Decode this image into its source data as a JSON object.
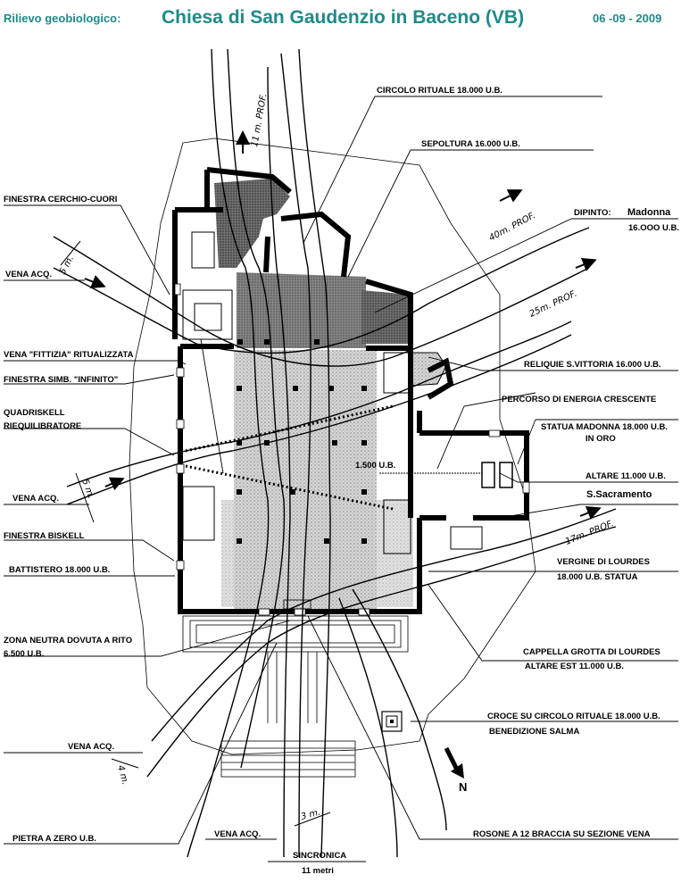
{
  "header": {
    "subtitle": "Rilievo geobiologico:",
    "title": "Chiesa di San Gaudenzio in Baceno (VB)",
    "date": "06 -09 - 2009"
  },
  "labels_right": {
    "circolo_rituale": "CIRCOLO RITUALE 18.000 U.B.",
    "sepoltura": "SEPOLTURA 16.000 U.B.",
    "dipinto": "DIPINTO:",
    "madonna": "Madonna",
    "madonna_ub": "16.OOO U.B.",
    "reliquie": "RELIQUIE S.VITTORIA 16.000 U.B.",
    "percorso": "PERCORSO DI ENERGIA CRESCENTE",
    "statua_madonna": "STATUA MADONNA 18.000 U.B.",
    "in_oro": "IN ORO",
    "altare": "ALTARE 11.000 U.B.",
    "s_sacramento": "S.Sacramento",
    "vergine": "VERGINE DI LOURDES",
    "vergine_ub": "18.000 U.B.  STATUA",
    "cappella": "CAPPELLA GROTTA DI LOURDES",
    "altare_est": "ALTARE  EST 11.000 U.B.",
    "croce": "CROCE SU CIRCOLO RITUALE 18.000 U.B.",
    "benedizione": "BENEDIZIONE SALMA",
    "rosone": "ROSONE A 12 BRACCIA SU SEZIONE VENA"
  },
  "labels_left": {
    "finestra_cerchio": "FINESTRA CERCHIO-CUORI",
    "vena1": "VENA ACQ.",
    "vena_fittizia": "VENA \"FITTIZIA\" RITUALIZZATA",
    "finestra_infinito": "FINESTRA SIMB. \"INFINITO\"",
    "quadriskell": "QUADRISKELL",
    "riequilibratore": "RIEQUILIBRATORE",
    "vena2": "VENA ACQ.",
    "finestra_biskell": "FINESTRA BISKELL",
    "battistero": "BATTISTERO 18.000 U.B.",
    "zona_neutra": "ZONA NEUTRA DOVUTA A RITO",
    "zona_ub": "6.500 U.B.",
    "vena3": "VENA ACQ.",
    "pietra": "PIETRA A ZERO U.B."
  },
  "labels_bottom": {
    "vena4": "VENA ACQ.",
    "sincronica": "SINCRONICA",
    "metri": "11 metri",
    "north": "N",
    "center_ub": "1.500 U.B."
  },
  "handwritten": {
    "prof11": "11 m. PROF.",
    "prof40": "40m. PROF.",
    "prof25": "25m. PROF.",
    "prof17": "17m. PROF.",
    "w5a": "5 m.",
    "w5b": "5 m.",
    "w4": "4 m.",
    "w3": "3 m."
  }
}
